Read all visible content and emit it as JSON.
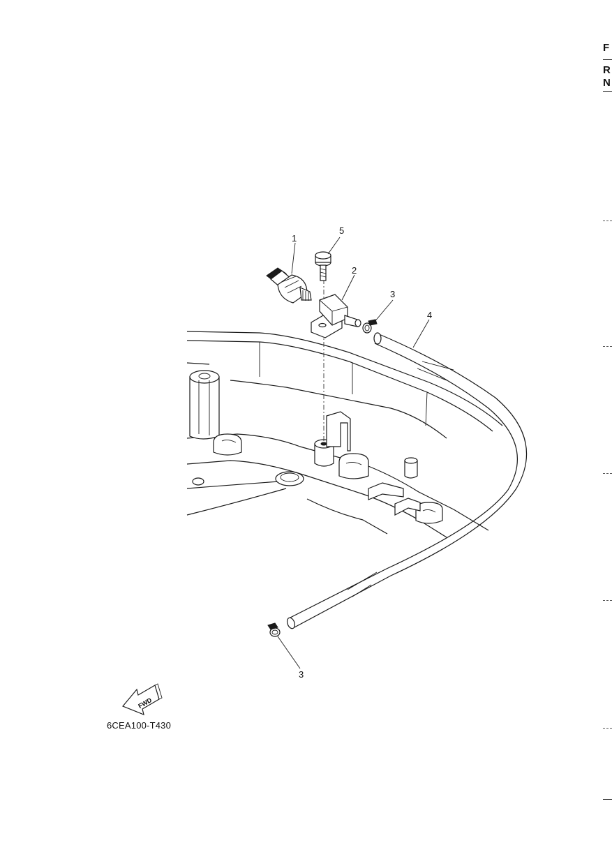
{
  "callouts": [
    {
      "id": "1",
      "text": "1"
    },
    {
      "id": "2",
      "text": "2"
    },
    {
      "id": "3",
      "text": "3"
    },
    {
      "id": "4",
      "text": "4"
    },
    {
      "id": "5",
      "text": "5"
    },
    {
      "id": "3b",
      "text": "3"
    }
  ],
  "direction_arrow": {
    "text": "FWD"
  },
  "drawing_code": "6CEA100-T430",
  "page_edge": {
    "letters": [
      "F",
      "R",
      "N"
    ]
  }
}
